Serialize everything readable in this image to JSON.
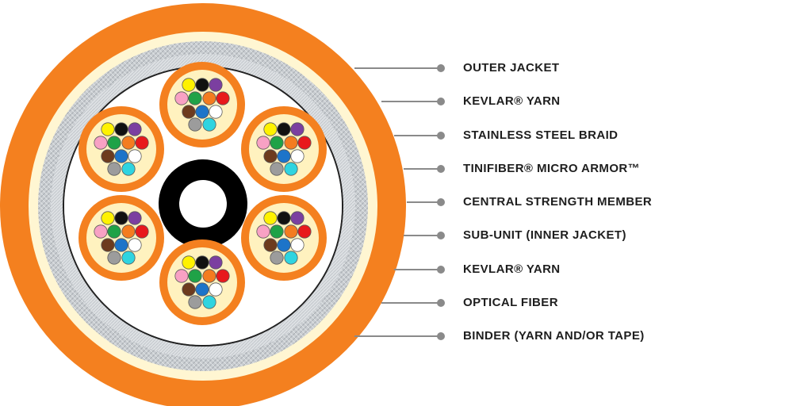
{
  "labels": [
    "OUTER JACKET",
    "KEVLAR® YARN",
    "STAINLESS STEEL BRAID",
    "TINIFIBER® MICRO ARMOR™",
    "CENTRAL STRENGTH MEMBER",
    "SUB-UNIT (INNER JACKET)",
    "KEVLAR® YARN",
    "OPTICAL FIBER",
    "BINDER (YARN AND/OR TAPE)"
  ],
  "colors": {
    "outer_jacket": "#F4801F",
    "kevlar": "#FFF6D2",
    "steel_braid": "#C9CDD1",
    "armor": "#DDE0E3",
    "binder_line": "#222222",
    "core_fill": "#FFFFFF",
    "strength_member": "#000000",
    "subunit_jacket": "#F4801F",
    "subunit_kevlar": "#FFF2BF",
    "leader_line": "#8A8A8A",
    "label_text": "#1E1E1E"
  },
  "fiber_colors": [
    "#FFF200",
    "#111111",
    "#7B3FA0",
    "#F8A1C4",
    "#1FA247",
    "#F47C20",
    "#E8191C",
    "#6D3B1E",
    "#1D74C9",
    "#FFFFFF",
    "#9C9C9C",
    "#2FD4E0"
  ]
}
